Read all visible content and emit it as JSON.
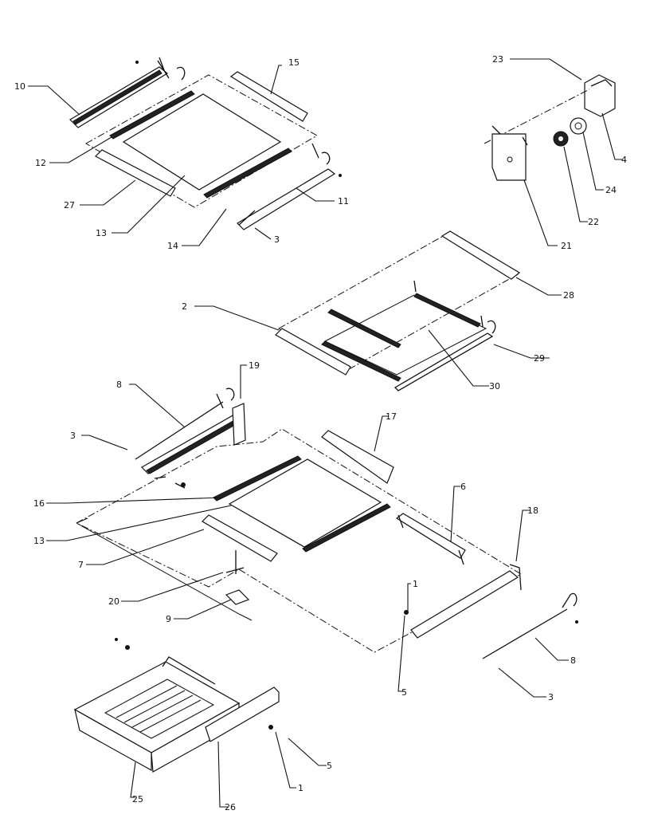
{
  "callouts": [
    {
      "id": "c10",
      "text": "10"
    },
    {
      "id": "c12",
      "text": "12"
    },
    {
      "id": "c27",
      "text": "27"
    },
    {
      "id": "c13a",
      "text": "13"
    },
    {
      "id": "c14",
      "text": "14"
    },
    {
      "id": "c3a",
      "text": "3"
    },
    {
      "id": "c11",
      "text": "11"
    },
    {
      "id": "c15",
      "text": "15"
    },
    {
      "id": "c23",
      "text": "23"
    },
    {
      "id": "c4",
      "text": "4"
    },
    {
      "id": "c24",
      "text": "24"
    },
    {
      "id": "c22",
      "text": "22"
    },
    {
      "id": "c21",
      "text": "21"
    },
    {
      "id": "c2",
      "text": "2"
    },
    {
      "id": "c28",
      "text": "28"
    },
    {
      "id": "c29",
      "text": "29"
    },
    {
      "id": "c30",
      "text": "30"
    },
    {
      "id": "c8a",
      "text": "8"
    },
    {
      "id": "c19",
      "text": "19"
    },
    {
      "id": "c3b",
      "text": "3"
    },
    {
      "id": "c17",
      "text": "17"
    },
    {
      "id": "c16",
      "text": "16"
    },
    {
      "id": "c13b",
      "text": "13"
    },
    {
      "id": "c7",
      "text": "7"
    },
    {
      "id": "c6",
      "text": "6"
    },
    {
      "id": "c18",
      "text": "18"
    },
    {
      "id": "c20",
      "text": "20"
    },
    {
      "id": "c9",
      "text": "9"
    },
    {
      "id": "c1a",
      "text": "1"
    },
    {
      "id": "c5a",
      "text": "5"
    },
    {
      "id": "c8b",
      "text": "8"
    },
    {
      "id": "c3c",
      "text": "3"
    },
    {
      "id": "c25",
      "text": "25"
    },
    {
      "id": "c26",
      "text": "26"
    },
    {
      "id": "c1b",
      "text": "1"
    },
    {
      "id": "c5b",
      "text": "5"
    }
  ]
}
